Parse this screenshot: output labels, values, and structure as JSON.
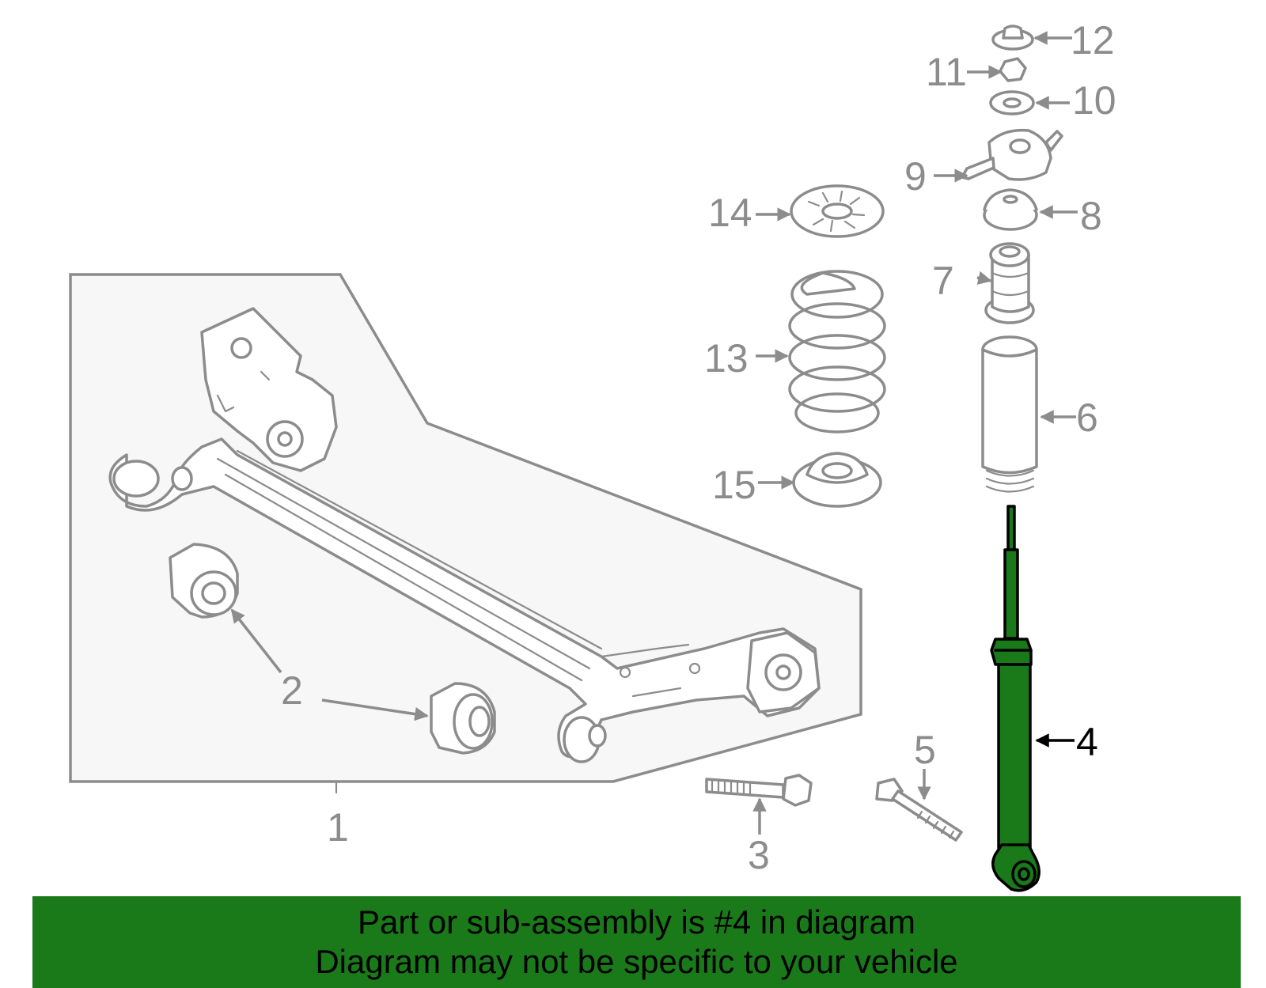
{
  "labels": {
    "p1": "1",
    "p2": "2",
    "p3": "3",
    "p4": "4",
    "p5": "5",
    "p6": "6",
    "p7": "7",
    "p8": "8",
    "p9": "9",
    "p10": "10",
    "p11": "11",
    "p12": "12",
    "p13": "13",
    "p14": "14",
    "p15": "15"
  },
  "highlighted_part": "4",
  "banner": {
    "line1": "Part or sub-assembly is #4 in diagram",
    "line2": "Diagram may not be specific to your vehicle"
  },
  "colors": {
    "highlight": "#1a7a1a",
    "banner": "#1a7a1a",
    "linework": "#8c8c8c",
    "panel": "#f7f7f7"
  }
}
